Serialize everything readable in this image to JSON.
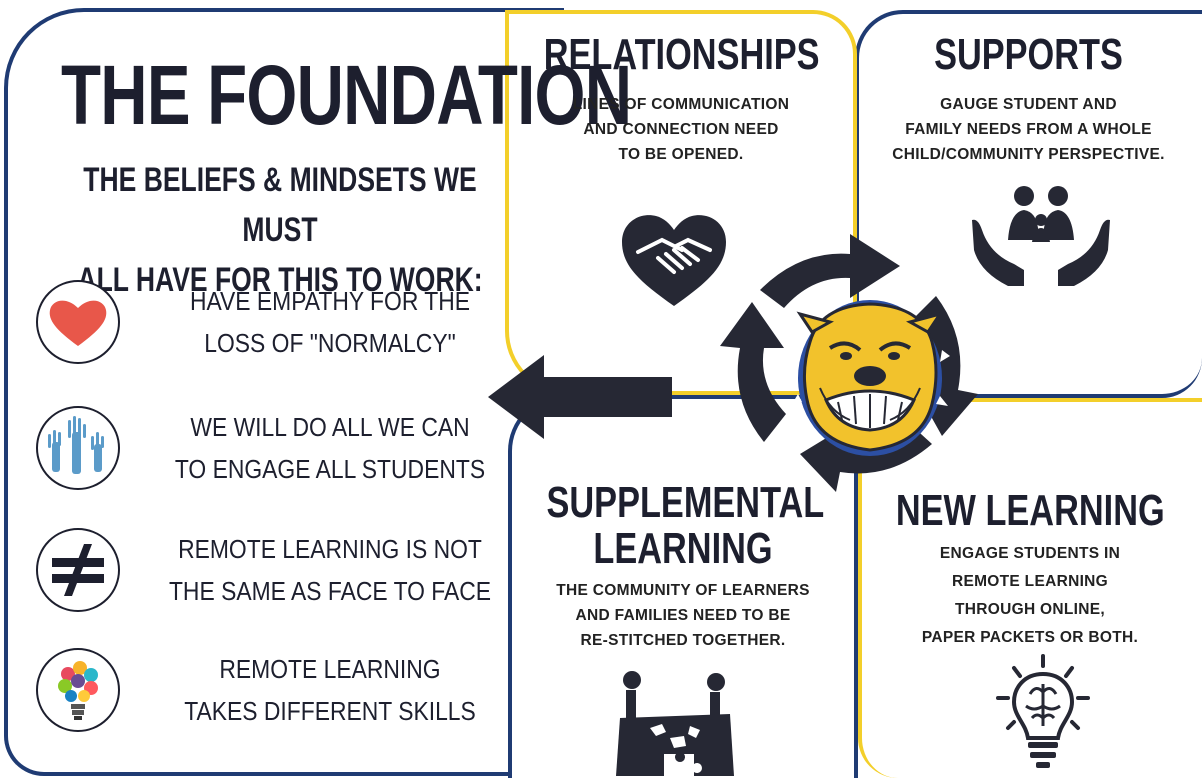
{
  "foundation": {
    "title": "THE FOUNDATION",
    "subtitle": "THE BELIEFS & MINDSETS WE MUST\nALL HAVE FOR THIS TO WORK:",
    "beliefs": [
      {
        "text": "HAVE EMPATHY FOR THE\nLOSS OF \"NORMALCY\"",
        "icon": "heart-icon"
      },
      {
        "text": "WE WILL DO ALL WE CAN\nTO ENGAGE ALL STUDENTS",
        "icon": "raised-hands-icon"
      },
      {
        "text": "REMOTE LEARNING IS NOT\nTHE SAME AS FACE TO FACE",
        "icon": "not-equal-icon"
      },
      {
        "text": "REMOTE LEARNING\nTAKES DIFFERENT SKILLS",
        "icon": "colorful-lightbulb-icon"
      }
    ]
  },
  "relationships": {
    "title": "RELATIONSHIPS",
    "body": "LINES OF COMMUNICATION\nAND CONNECTION NEED\nTO BE OPENED.",
    "icon": "handshake-heart-icon"
  },
  "supports": {
    "title": "SUPPORTS",
    "body": "GAUGE STUDENT AND\nFAMILY NEEDS FROM A WHOLE\nCHILD/COMMUNITY PERSPECTIVE.",
    "icon": "family-in-hands-icon"
  },
  "supplemental": {
    "title": "SUPPLEMENTAL\nLEARNING",
    "body": "THE COMMUNITY OF LEARNERS\nAND FAMILIES NEED TO BE\nRE-STITCHED TOGETHER.",
    "icon": "puzzle-people-icon"
  },
  "new_learning": {
    "title": "NEW LEARNING",
    "body": "ENGAGE STUDENTS IN\nREMOTE LEARNING\nTHROUGH ONLINE,\nPAPER PACKETS OR BOTH.",
    "icon": "brain-lightbulb-icon"
  },
  "center": {
    "icon": "bulldog-mascot-icon"
  },
  "colors": {
    "navy": "#1f3b73",
    "gold": "#f3cf2a",
    "dark": "#1d1f2e",
    "mascot_gold": "#f2c22c",
    "mascot_blue": "#2c4fa3"
  }
}
